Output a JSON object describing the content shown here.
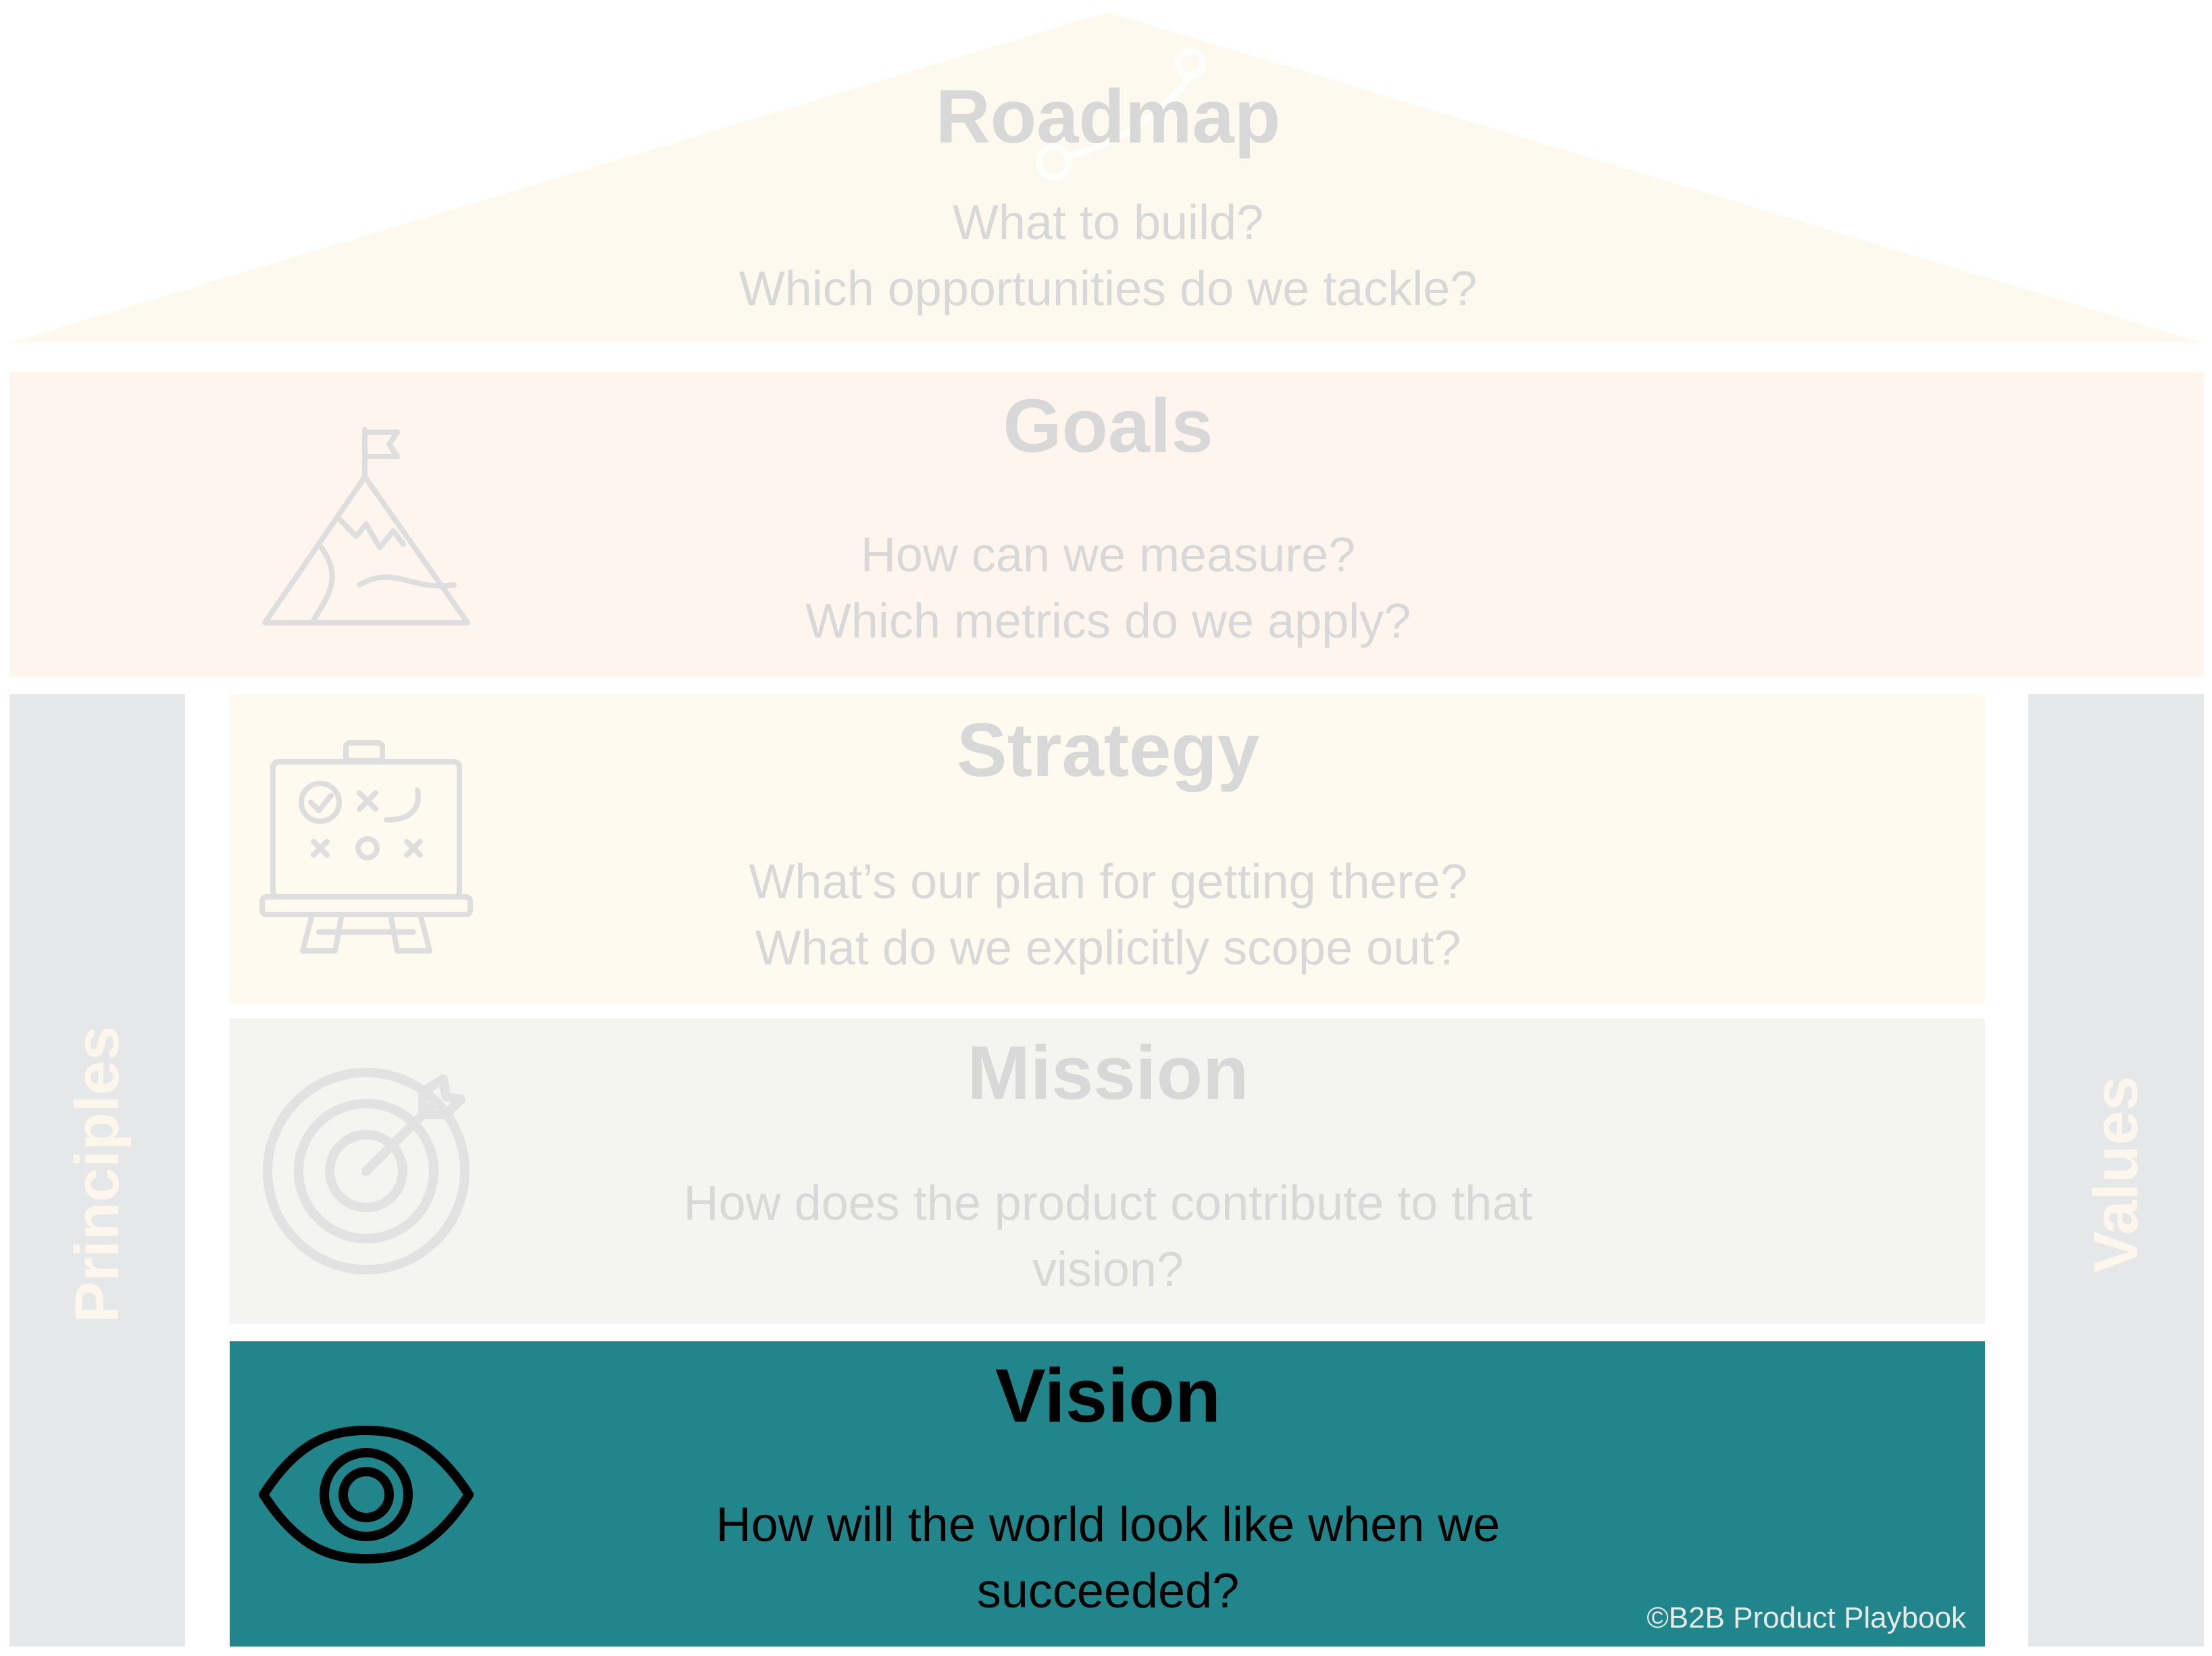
{
  "roadmap": {
    "title": "Roadmap",
    "line1": "What to build?",
    "line2": "Which opportunities do we tackle?"
  },
  "goals": {
    "title": "Goals",
    "line1": "How can we measure?",
    "line2": "Which metrics do we apply?",
    "icon": "mountain-flag-icon"
  },
  "strategy": {
    "title": "Strategy",
    "line1": "What’s our plan for getting there?",
    "line2": "What do we explicitly scope out?",
    "icon": "whiteboard-plan-icon"
  },
  "mission": {
    "title": "Mission",
    "line1": "How does the product contribute to that",
    "line2": "vision?",
    "icon": "target-icon"
  },
  "vision": {
    "title": "Vision",
    "line1": "How will the world look like when we",
    "line2": "succeeded?",
    "icon": "eye-icon"
  },
  "pillars": {
    "left": "Principles",
    "right": "Values"
  },
  "copyright": "©B2B Product Playbook",
  "colors": {
    "roof": "#fef9ee",
    "goals_band": "#fef5ef",
    "strategy_band": "#fefaf0",
    "mission_band": "#f4f5f1",
    "vision_band": "#21868c",
    "pillar": "#e6e7e9"
  }
}
